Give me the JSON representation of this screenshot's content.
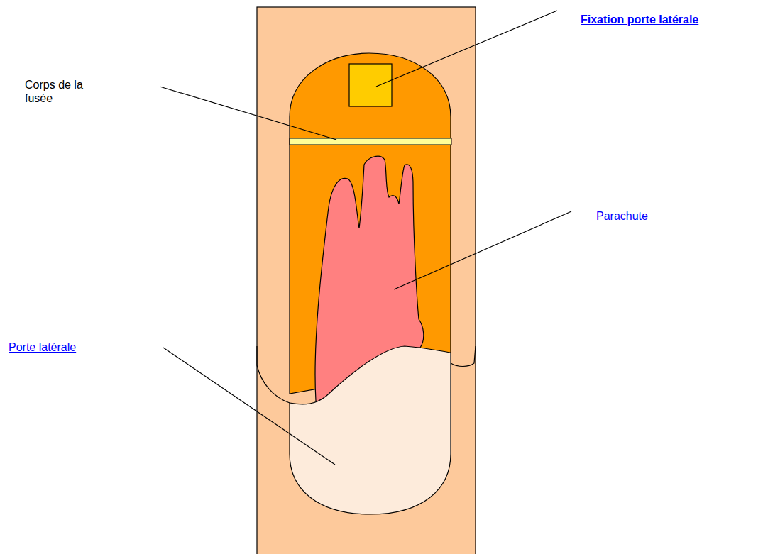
{
  "diagram": {
    "labels": [
      "Corps de la fusée",
      "Fixation porte latérale",
      "Parachute",
      "Porte latérale"
    ]
  }
}
